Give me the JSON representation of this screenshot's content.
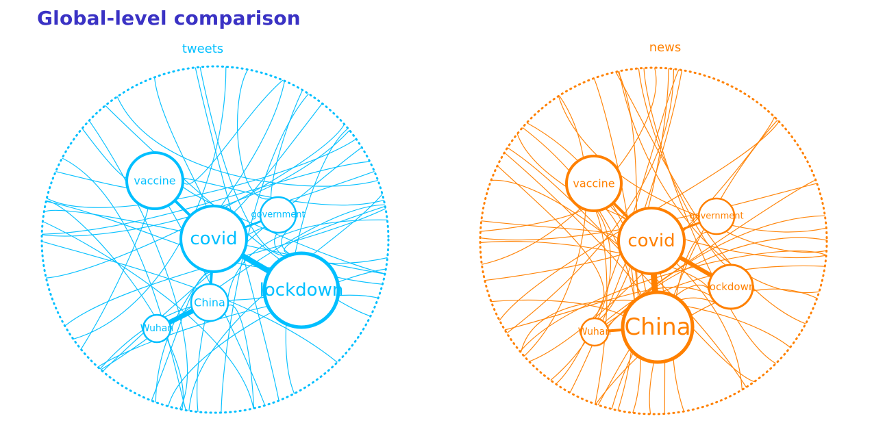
{
  "title": "Global-level comparison",
  "panels": [
    {
      "label": "tweets",
      "color": "#00bfff",
      "nodes": [
        {
          "id": "vaccine",
          "label": "vaccine"
        },
        {
          "id": "government",
          "label": "government"
        },
        {
          "id": "covid",
          "label": "covid"
        },
        {
          "id": "lockdown",
          "label": "lockdown"
        },
        {
          "id": "china",
          "label": "China"
        },
        {
          "id": "wuhan",
          "label": "Wuhan"
        }
      ]
    },
    {
      "label": "news",
      "color": "#ff8000",
      "nodes": [
        {
          "id": "vaccine",
          "label": "vaccine"
        },
        {
          "id": "government",
          "label": "government"
        },
        {
          "id": "covid",
          "label": "covid"
        },
        {
          "id": "lockdown",
          "label": "lockdown"
        },
        {
          "id": "china",
          "label": "China"
        },
        {
          "id": "wuhan",
          "label": "Wuhan"
        }
      ]
    }
  ]
}
